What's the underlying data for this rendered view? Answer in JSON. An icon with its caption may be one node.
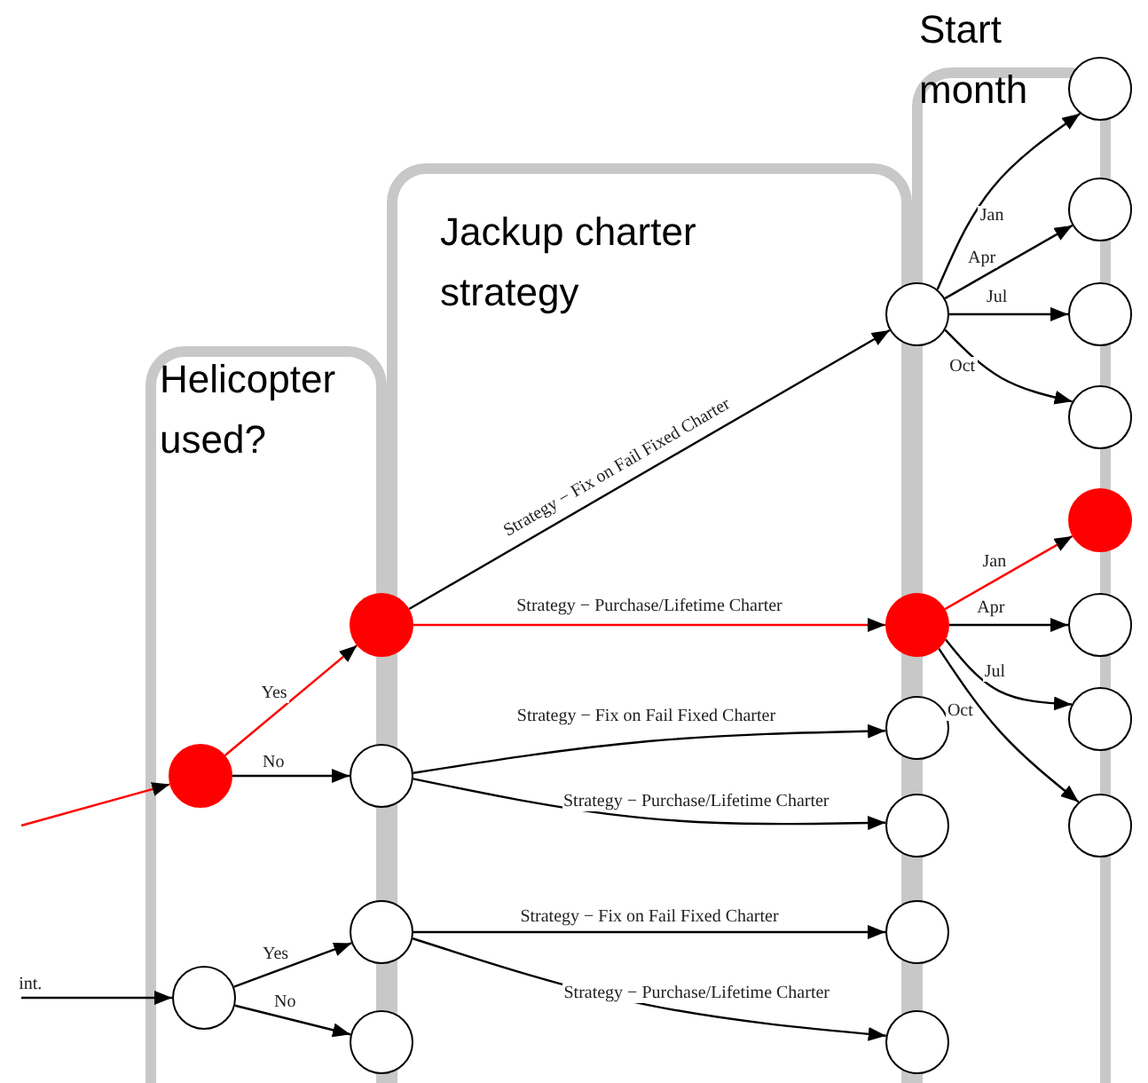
{
  "diagram": {
    "nodes": [
      {
        "text": [],
        "shape": "circle"
      },
      {
        "text": [],
        "shape": "circle"
      },
      {
        "text": [],
        "shape": "circle"
      },
      {
        "text": [],
        "shape": "circle"
      },
      {
        "text": [],
        "shape": "circle"
      },
      {
        "text": [],
        "shape": "circle"
      },
      {
        "text": [],
        "shape": "circle"
      },
      {
        "text": [],
        "shape": "circle"
      },
      {
        "text": [],
        "shape": "circle"
      },
      {
        "text": [],
        "shape": "circle"
      },
      {
        "text": [],
        "shape": "circle"
      },
      {
        "text": [],
        "shape": "circle"
      },
      {
        "text": [],
        "shape": "circle"
      },
      {
        "text": [],
        "shape": "circle"
      },
      {
        "text": [],
        "shape": "circle"
      },
      {
        "text": [],
        "shape": "circle"
      },
      {
        "text": [],
        "shape": "circle"
      },
      {
        "text": [],
        "shape": "circle"
      },
      {
        "text": [],
        "shape": "circle"
      },
      {
        "text": [],
        "shape": "circle"
      }
    ],
    "edges": [
      {
        "from": null,
        "to": 0,
        "arrow": "to",
        "color": "#ff0000"
      },
      {
        "from": null,
        "to": 1,
        "arrow": "to",
        "label": "int."
      },
      {
        "from": 0,
        "to": 2,
        "arrow": "to",
        "label": "Yes",
        "color": "#ff0000"
      },
      {
        "from": 0,
        "to": 3,
        "arrow": "to",
        "label": "No"
      },
      {
        "from": 1,
        "to": 4,
        "arrow": "to",
        "label": "Yes"
      },
      {
        "from": 1,
        "to": 5,
        "arrow": "to",
        "label": "No"
      },
      {
        "from": 2,
        "to": 6,
        "arrow": "to",
        "label": "Strategy − Fix on Fail Fixed Charter"
      },
      {
        "from": 2,
        "to": 7,
        "arrow": "to",
        "label": "Strategy − Purchase/Lifetime Charter",
        "color": "#ff0000"
      },
      {
        "from": 3,
        "to": 8,
        "arrow": "to",
        "label": "Strategy − Fix on Fail Fixed Charter"
      },
      {
        "from": 3,
        "to": 9,
        "arrow": "to",
        "label": "Strategy − Purchase/Lifetime Charter"
      },
      {
        "from": 4,
        "to": 10,
        "arrow": "to",
        "label": "Strategy − Fix on Fail Fixed Charter"
      },
      {
        "from": 4,
        "to": 11,
        "arrow": "to",
        "label": "Strategy − Purchase/Lifetime Charter"
      },
      {
        "from": 6,
        "to": 12,
        "arrow": "to",
        "label": "Jan"
      },
      {
        "from": 6,
        "to": 13,
        "arrow": "to",
        "label": "Apr"
      },
      {
        "from": 6,
        "to": 14,
        "arrow": "to",
        "label": "Jul"
      },
      {
        "from": 6,
        "to": 15,
        "arrow": "to",
        "label": "Oct"
      },
      {
        "from": 7,
        "to": 16,
        "arrow": "to",
        "label": "Jan",
        "color": "#ff0000"
      },
      {
        "from": 7,
        "to": 17,
        "arrow": "to",
        "label": "Apr"
      },
      {
        "from": 7,
        "to": 18,
        "arrow": "to",
        "label": "Jul"
      },
      {
        "from": 7,
        "to": 19,
        "arrow": "to",
        "label": "Oct"
      }
    ],
    "labels": [
      "Helicopter used?",
      "Jackup charter strategy",
      "Start month"
    ]
  }
}
